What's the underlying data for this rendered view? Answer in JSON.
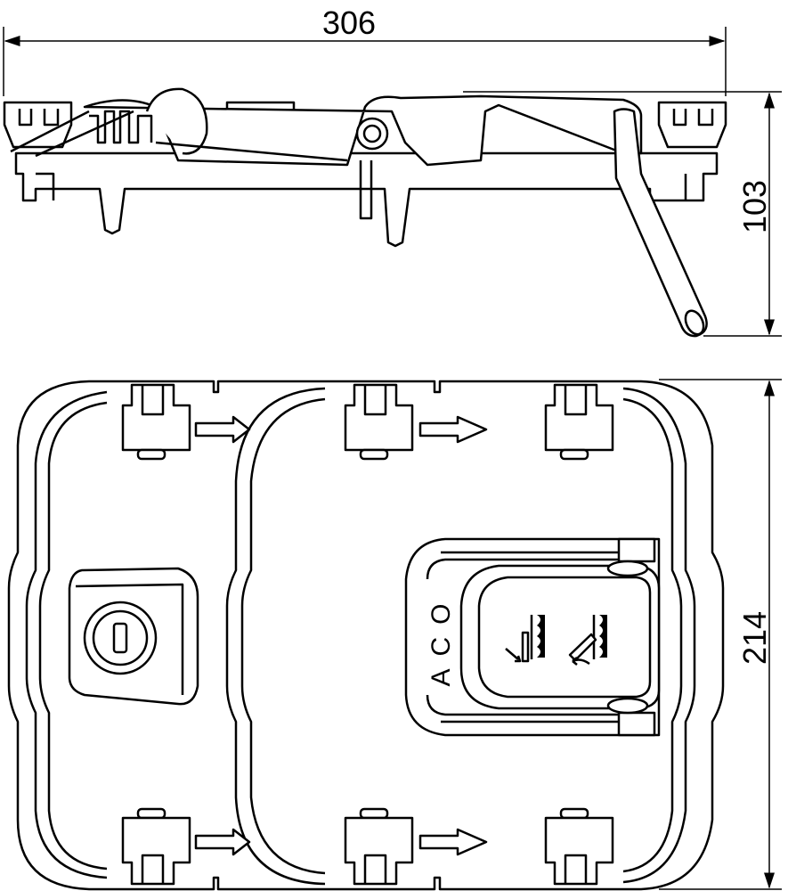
{
  "drawing": {
    "dimensions": {
      "width": "306",
      "height": "103",
      "depth": "214"
    },
    "logo_text": "ACO",
    "colors": {
      "line": "#000000",
      "background": "#ffffff"
    }
  }
}
